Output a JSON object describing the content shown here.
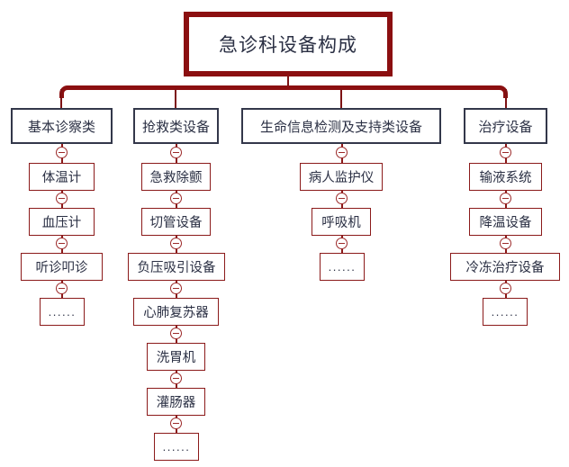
{
  "diagram": {
    "type": "tree-mindmap",
    "title": "急诊科设备构成",
    "colors": {
      "root_border": "#8b0f10",
      "category_border": "#33374a",
      "leaf_border": "#8b1a1a",
      "connector": "#8b1a1a",
      "text": "#2b3044",
      "background": "#ffffff"
    },
    "root": {
      "label": "急诊科设备构成"
    },
    "branches": [
      {
        "label": "基本诊察类",
        "children": [
          {
            "label": "体温计"
          },
          {
            "label": "血压计"
          },
          {
            "label": "听诊叩诊"
          },
          {
            "label": "......"
          }
        ]
      },
      {
        "label": "抢救类设备",
        "children": [
          {
            "label": "急救除颤"
          },
          {
            "label": "切管设备"
          },
          {
            "label": "负压吸引设备"
          },
          {
            "label": "心肺复苏器"
          },
          {
            "label": "洗胃机"
          },
          {
            "label": "灌肠器"
          },
          {
            "label": "......"
          }
        ]
      },
      {
        "label": "生命信息检测及支持类设备",
        "children": [
          {
            "label": "病人监护仪"
          },
          {
            "label": "呼吸机"
          },
          {
            "label": "......"
          }
        ]
      },
      {
        "label": "治疗设备",
        "children": [
          {
            "label": "输液系统"
          },
          {
            "label": "降温设备"
          },
          {
            "label": "冷冻治疗设备"
          },
          {
            "label": "......"
          }
        ]
      }
    ],
    "icons": {
      "collapse": "circle-minus-icon"
    }
  }
}
